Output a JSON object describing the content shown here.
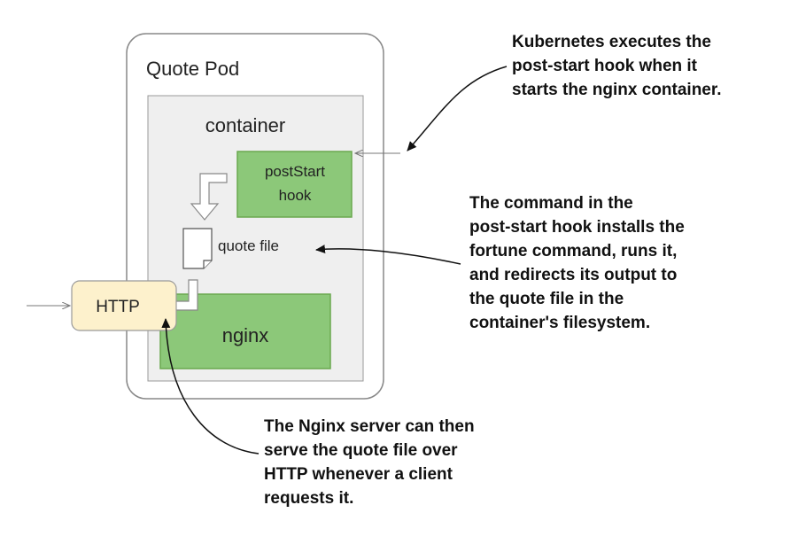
{
  "diagram": {
    "pod": {
      "label": "Quote Pod"
    },
    "container": {
      "label": "container"
    },
    "hook": {
      "lines": [
        "postStart",
        "hook"
      ]
    },
    "file": {
      "label": "quote file"
    },
    "nginx": {
      "label": "nginx"
    },
    "http": {
      "label": "HTTP"
    },
    "callouts": {
      "kubernetes": {
        "lines": [
          "Kubernetes executes the",
          "post-start hook when it",
          "starts the nginx container."
        ]
      },
      "command": {
        "lines": [
          "The command in the",
          "post-start hook installs the",
          "fortune command, runs it,",
          "and redirects its output to",
          "the quote file in the",
          "container's filesystem."
        ]
      },
      "nginx_server": {
        "lines": [
          "The Nginx server can then",
          "serve the quote file over",
          "HTTP whenever a client",
          "requests it."
        ]
      }
    },
    "colors": {
      "pod_fill": "#ffffff",
      "pod_stroke": "#888888",
      "container_fill": "#efefef",
      "green": "#6aa84f",
      "green_fill": "#8cc879",
      "http_fill": "#fdf1cc",
      "arrow": "#111111"
    }
  }
}
